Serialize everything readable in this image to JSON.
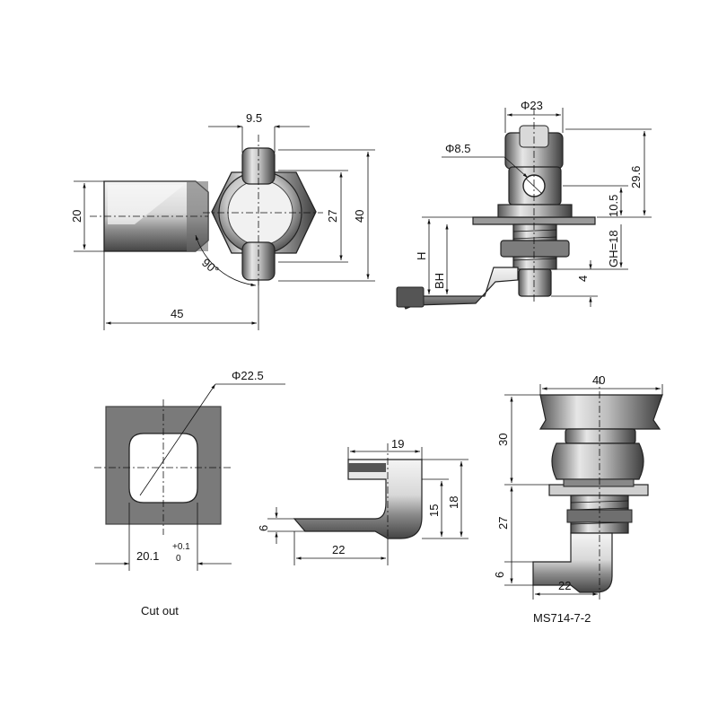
{
  "view_top_left": {
    "dims": {
      "width_9_5": "9.5",
      "height_20": "20",
      "height_27": "27",
      "height_40": "40",
      "length_45": "45",
      "angle_90": "90°"
    }
  },
  "view_top_right": {
    "dims": {
      "dia_23": "Φ23",
      "dia_8_5": "Φ8.5",
      "h_29_6": "29.6",
      "h_10_5": "10.5",
      "gh_18": "GH=18",
      "h_4": "4",
      "h_label": "H",
      "bh_label": "BH"
    }
  },
  "cutout": {
    "dia_22_5": "Φ22.5",
    "width_20_1": "20.1",
    "tol_upper": "+0.1",
    "tol_lower": "0",
    "caption": "Cut out"
  },
  "cam_view": {
    "dims": {
      "w_19": "19",
      "h_15": "15",
      "h_18": "18",
      "h_6": "6",
      "w_22": "22"
    }
  },
  "side_view": {
    "dims": {
      "w_40": "40",
      "h_30": "30",
      "h_27": "27",
      "h_6": "6",
      "w_22": "22"
    },
    "model": "MS714-7-2"
  },
  "colors": {
    "line": "#111111",
    "cutout_fill": "#7a7a7a",
    "metal_dark": "#5a5a5a",
    "metal_light": "#e8e8e8"
  }
}
